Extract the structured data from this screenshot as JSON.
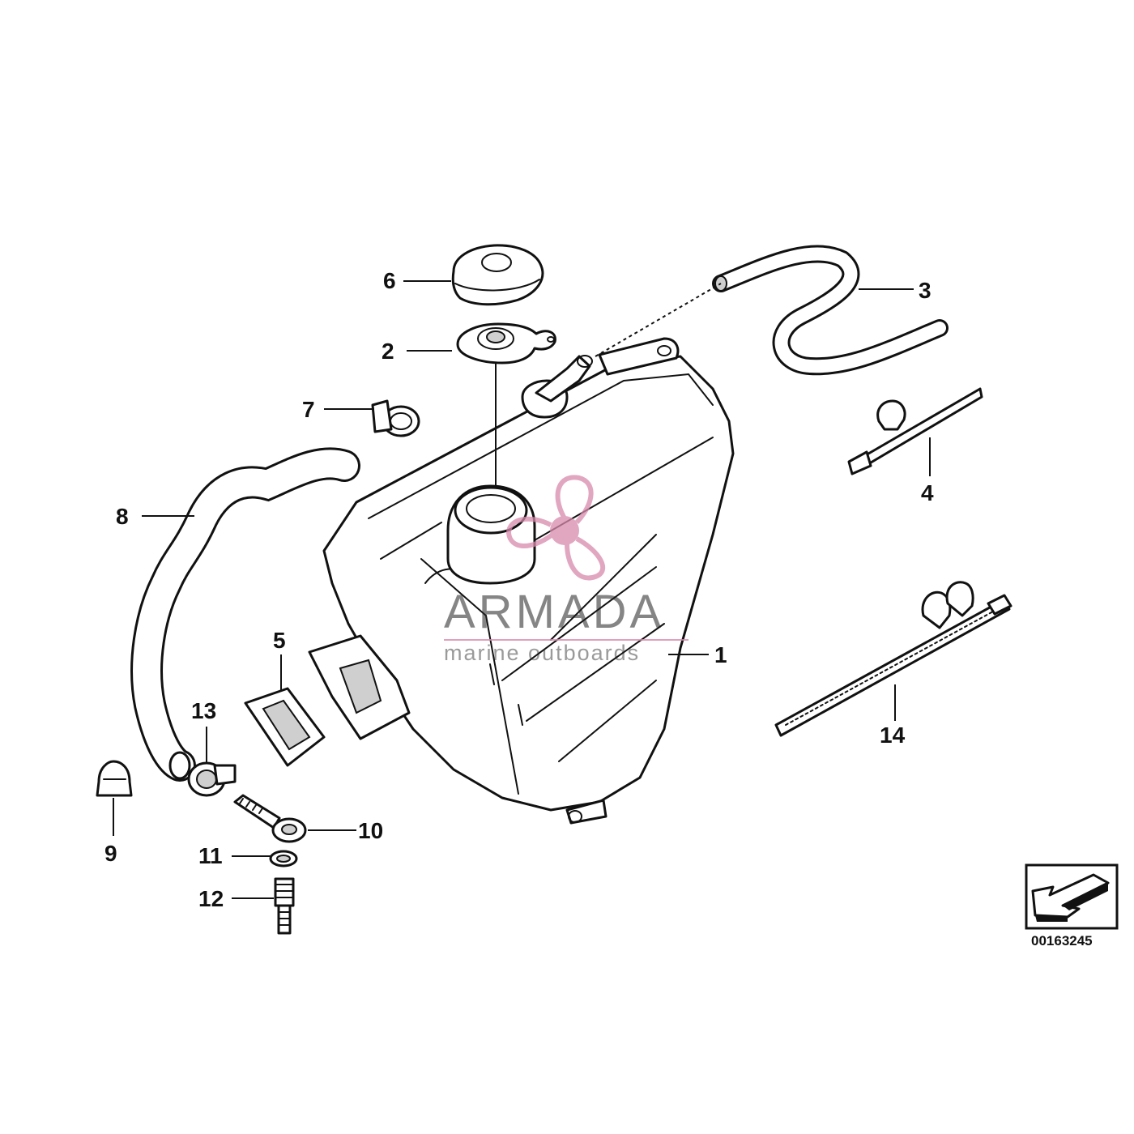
{
  "diagram": {
    "id": "00163245",
    "callouts": [
      "1",
      "2",
      "3",
      "4",
      "5",
      "6",
      "7",
      "8",
      "9",
      "10",
      "11",
      "12",
      "13",
      "14"
    ]
  },
  "watermark": {
    "title": "ARMADA",
    "subtitle": "marine outboards",
    "logo_icon": "propeller-icon",
    "color": "#d88aab"
  }
}
